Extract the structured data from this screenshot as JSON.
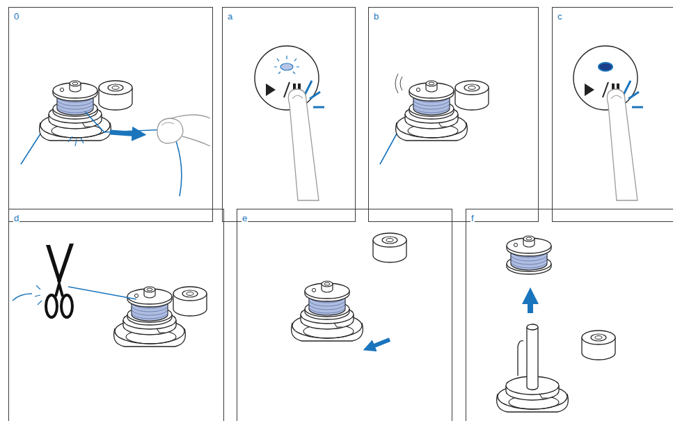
{
  "diagram": {
    "nodes": [
      {
        "text": [
          "0"
        ]
      },
      {
        "text": [
          "a"
        ]
      },
      {
        "text": [
          "b"
        ]
      },
      {
        "text": [
          "c"
        ]
      },
      {
        "text": [
          "d"
        ]
      },
      {
        "text": [
          "e"
        ]
      },
      {
        "text": [
          "f"
        ]
      }
    ]
  }
}
